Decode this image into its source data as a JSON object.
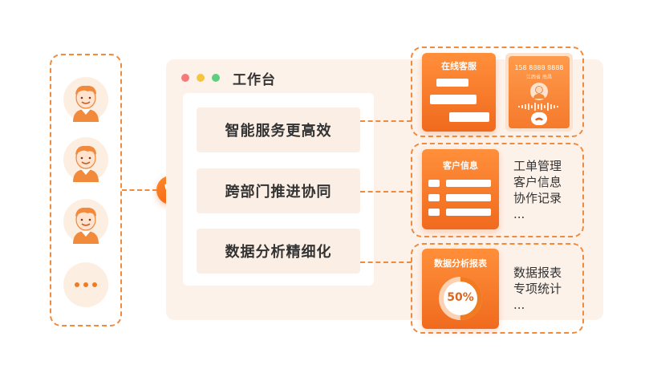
{
  "window": {
    "title": "工作台"
  },
  "features": [
    {
      "label": "智能服务更高效"
    },
    {
      "label": "跨部门推进协同"
    },
    {
      "label": "数据分析精细化"
    }
  ],
  "cards": {
    "online_service": {
      "title": "在线客服"
    },
    "call": {
      "number": "158 8888 8888",
      "location": "江西省 南昌"
    },
    "customer_info": {
      "title": "客户信息"
    },
    "report": {
      "title": "数据分析报表",
      "percent_label": "50%",
      "percent": 50
    }
  },
  "info_lists": {
    "customer": [
      "工单管理",
      "客户信息",
      "协作记录",
      "..."
    ],
    "report": [
      "数据报表",
      "专项统计",
      "..."
    ]
  },
  "colors": {
    "accent": "#f07b20",
    "accent_light": "#fdeee2",
    "window_bg": "#fdf2ea"
  },
  "icons": [
    "user-avatar-icon",
    "more-dots-icon",
    "phone-icon",
    "chat-bubble-icon",
    "voice-wave-icon",
    "hangup-icon",
    "list-icon",
    "progress-ring-icon"
  ]
}
